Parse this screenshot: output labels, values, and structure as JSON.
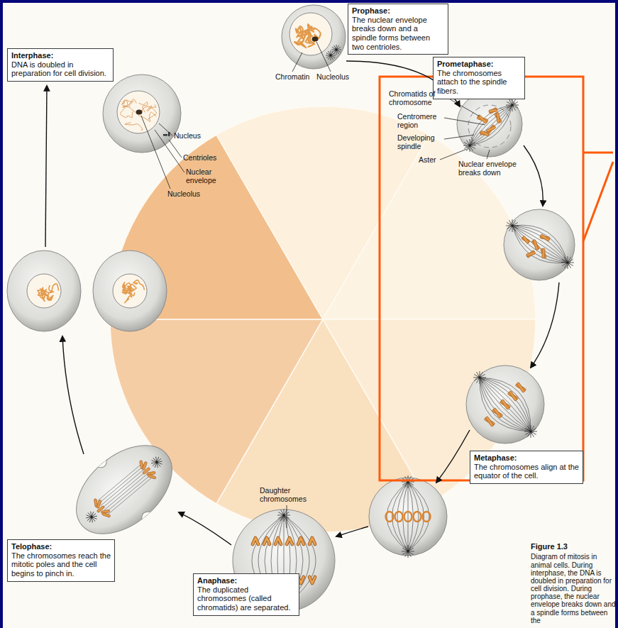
{
  "diagram": {
    "caption": "Figure 1.3",
    "nodes": [
      {
        "text": [
          "Interphase:",
          "DNA is doubled in preparation for cell division."
        ]
      },
      {
        "text": [
          "Prophase:",
          "The nuclear envelope breaks down and a spindle forms between two centrioles."
        ]
      },
      {
        "text": [
          "Prometaphase:",
          "The chromosomes attach to the spindle fibers."
        ]
      },
      {
        "text": [
          "Metaphase:",
          "The chromosomes align at the equator of the cell."
        ]
      },
      {
        "text": [
          "Anaphase:",
          "The duplicated chromosomes (called chromatids) are separated."
        ]
      },
      {
        "text": [
          "Telophase:",
          "The chromosomes reach the mitotic poles and the cell begins to pinch in."
        ]
      }
    ],
    "labels": [
      "Chromatin",
      "Nucleolus",
      "Nucleus",
      "Centrioles",
      "Nuclear envelope",
      "Nucleolus",
      "Chromatids of chromosome",
      "Centromere region",
      "Developing spindle",
      "Aster",
      "Nuclear envelope breaks down",
      "Daughter chromosomes",
      "Diagram of mitosis in animal cells. During interphase, the DNA is doubled in preparation for cell division. During prophase, the nuclear envelope breaks down and a spindle forms between the"
    ]
  }
}
